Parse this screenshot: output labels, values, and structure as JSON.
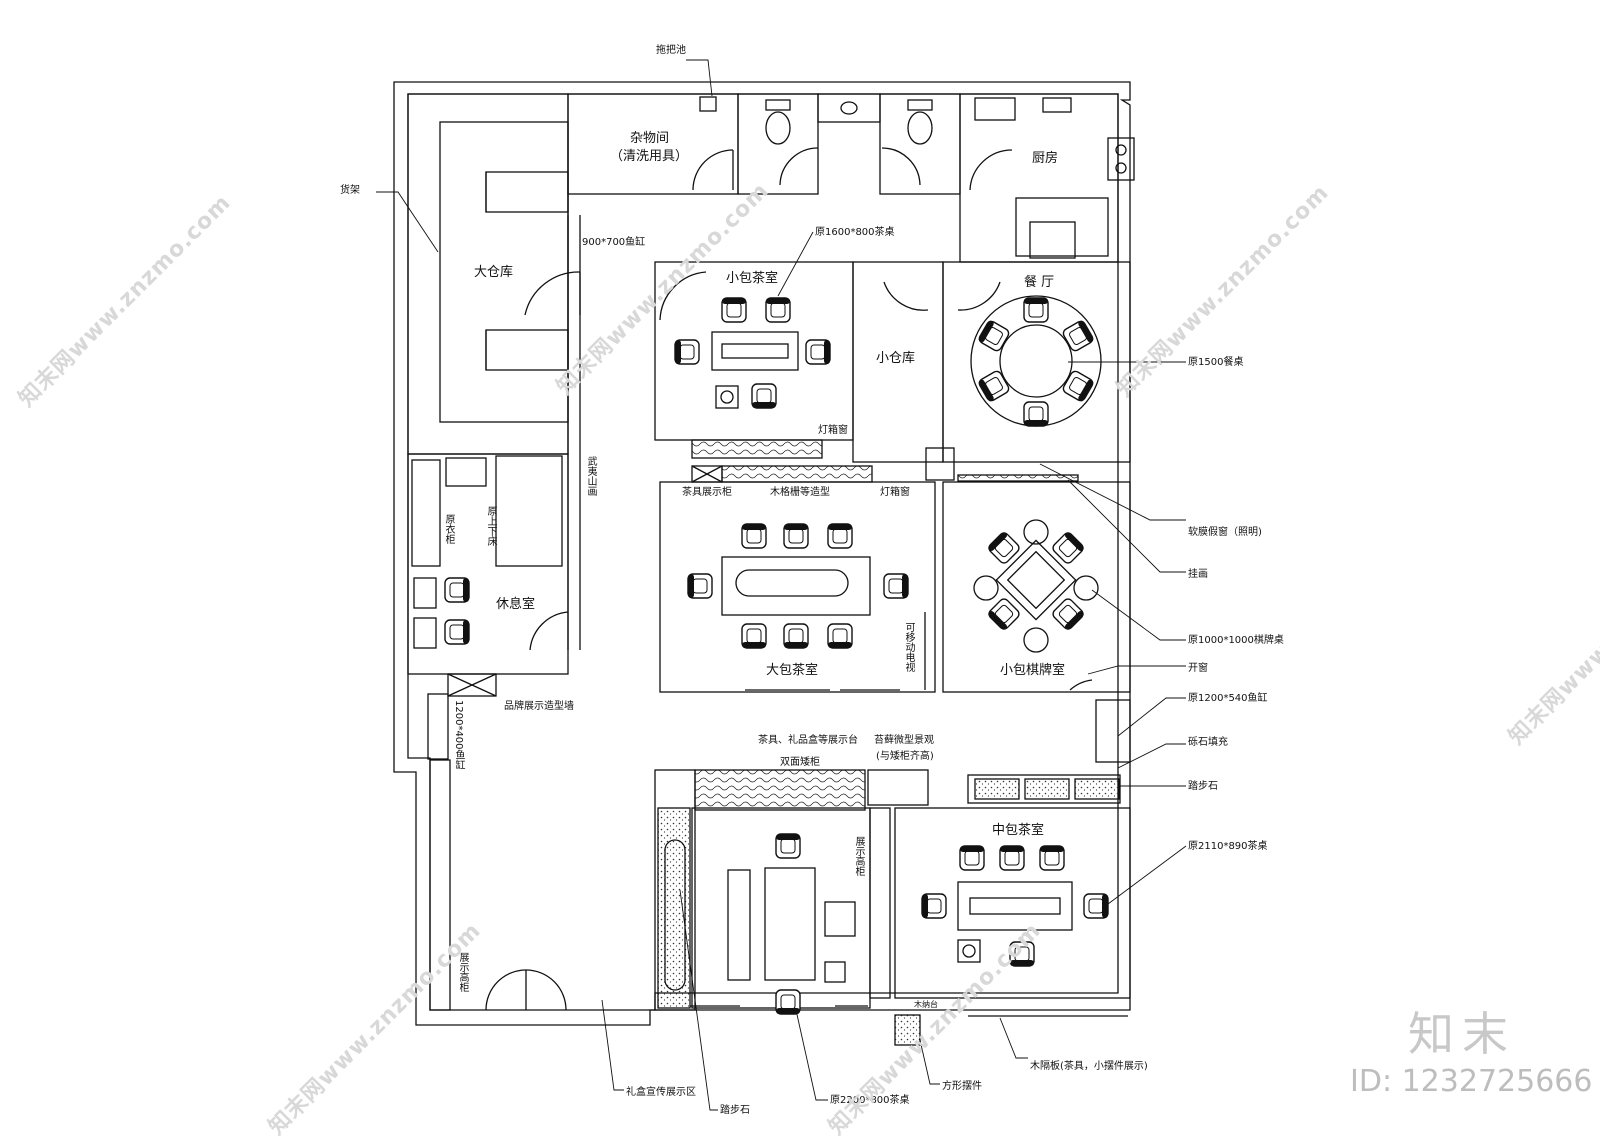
{
  "rooms": {
    "big_storage": "大仓库",
    "utility_room": "杂物间",
    "utility_sub": "（清洗用具）",
    "kitchen": "厨房",
    "small_tea_room": "小包茶室",
    "small_storage": "小仓库",
    "dining_room": "餐  厅",
    "big_tea_room": "大包茶室",
    "small_chess_room": "小包棋牌室",
    "rest_room": "休息室",
    "mid_tea_room": "中包茶室"
  },
  "notes": {
    "mop_sink": "拖把池",
    "shelf": "货架",
    "fish_tank_900": "900*700鱼缸",
    "orig_tea_table_1600": "原1600*800茶桌",
    "orig_dining_table": "原1500餐桌",
    "light_box_window_1": "灯箱窗",
    "teaware_cabinet": "茶具展示柜",
    "wood_grille": "木格栅等造型",
    "light_box_window_2": "灯箱窗",
    "soft_film_window": "软膜假窗（照明)",
    "hanging_painting": "挂画",
    "chess_table": "原1000*1000棋牌桌",
    "open_window": "开窗",
    "fish_tank_1200_540": "原1200*540鱼缸",
    "gravel_fill": "砾石填充",
    "stepping_stone_right": "踏步石",
    "orig_tea_table_2110": "原2110*890茶桌",
    "wood_partition": "木隔板(茶具，小摆件展示)",
    "square_ornament": "方形摆件",
    "orig_tea_table_2200": "原2200*800茶桌",
    "stepping_stone_bottom": "踏步石",
    "gift_box_display": "礼盒宣传展示区",
    "teaware_display_stand": "茶具、礼品盒等展示台",
    "double_low_cabinet": "双面矮柜",
    "moss_landscape": "苔藓微型景观",
    "moss_landscape_sub": "(与矮柜齐高)",
    "brand_wall": "品牌展示造型墙",
    "fish_tank_1200_400": "1200*400鱼缸",
    "display_tall_cabinet_left": "展示高柜",
    "display_tall_cabinet_mid": "展示高柜",
    "movable_tv": "可移动电视",
    "wuyi_mountain": "武夷山画",
    "orig_wardrobe": "原衣柜",
    "orig_bunk": "原上下床",
    "wood_desk": "木纳台"
  },
  "watermark": {
    "site": "知末网www.znzmo.com",
    "brand": "知末",
    "id": "ID: 1232725666"
  },
  "colors": {
    "line": "#111111",
    "watermark": "#d6d6d6"
  }
}
